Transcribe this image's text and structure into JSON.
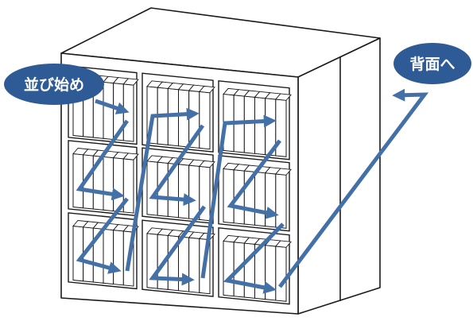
{
  "labels": {
    "start": "並び始め",
    "to_back": "背面へ"
  },
  "colors": {
    "callout_fill": "#2e5b96",
    "callout_text": "#ffffff",
    "arrow": "#4470a8",
    "outline": "#1a1a1a",
    "background": "#ffffff"
  },
  "shelf": {
    "columns": 3,
    "rows": 3
  }
}
